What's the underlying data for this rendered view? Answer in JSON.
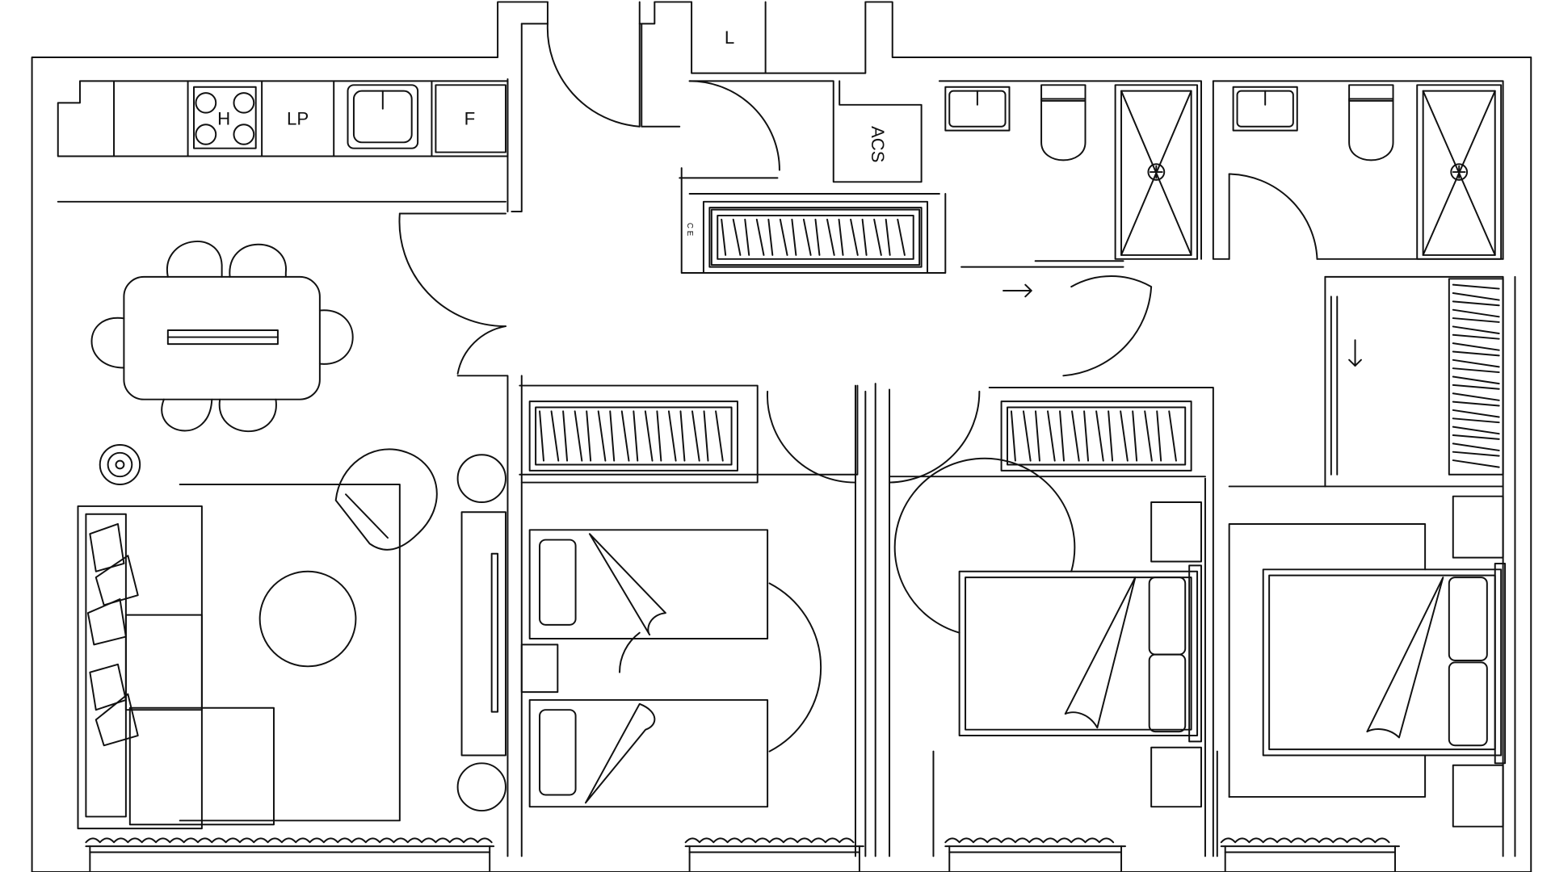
{
  "plan": {
    "labels": {
      "hob": "H",
      "dishwasher": "LP",
      "fridge": "F",
      "laundry": "L",
      "water_heater": "ACS",
      "ce": "C E"
    },
    "colors": {
      "line": "#111111",
      "background": "#ffffff"
    }
  }
}
